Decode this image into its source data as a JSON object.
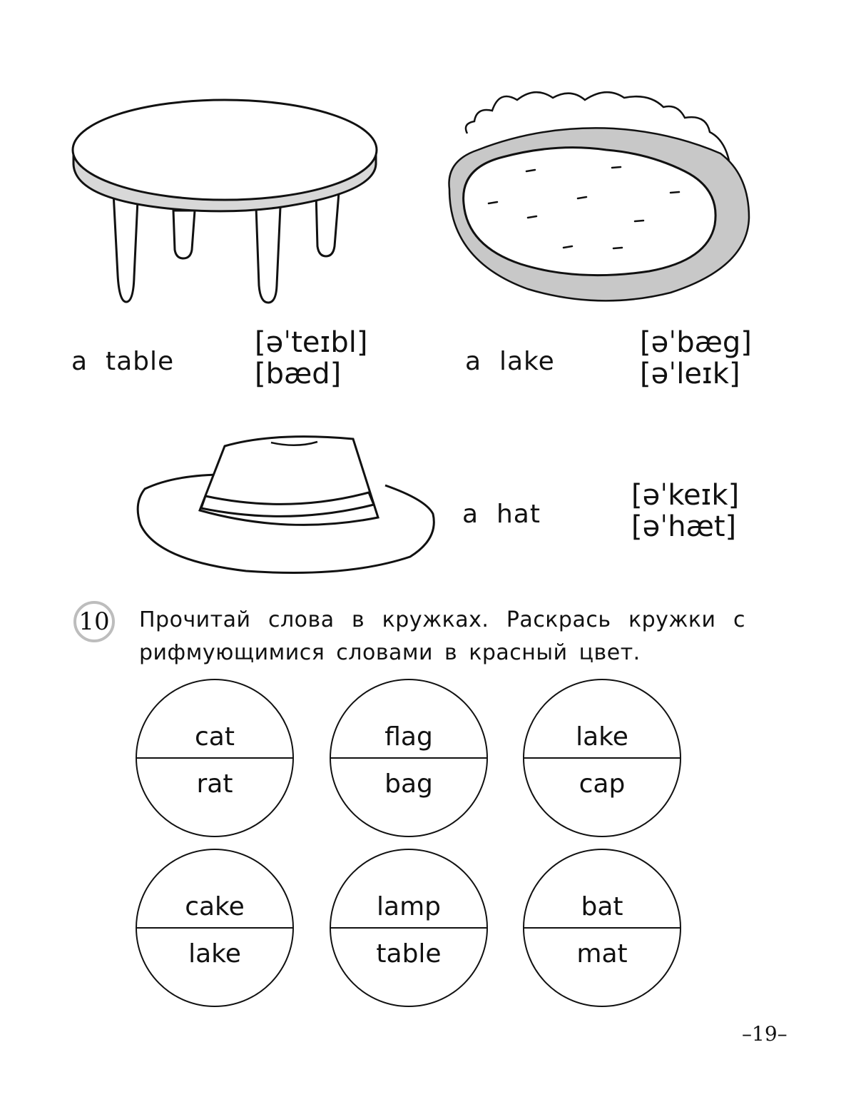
{
  "pictures": {
    "table_icon": "round-table-drawing",
    "lake_icon": "lake-drawing",
    "hat_icon": "hat-drawing"
  },
  "words": {
    "table": {
      "label": "a  table",
      "ipa": [
        "[əˈteɪbl]",
        "[bæd]"
      ]
    },
    "lake": {
      "label": "a  lake",
      "ipa": [
        "[əˈbæg]",
        "[əˈleɪk]"
      ]
    },
    "hat": {
      "label": "a  hat",
      "ipa": [
        "[əˈkeɪk]",
        "[əˈhæt]"
      ]
    }
  },
  "task": {
    "number": "10",
    "text": "Прочитай слова в кружках. Раскрась кружки с рифмующимися словами в красный цвет."
  },
  "circles": [
    {
      "top": "cat",
      "bottom": "rat"
    },
    {
      "top": "flag",
      "bottom": "bag"
    },
    {
      "top": "lake",
      "bottom": "cap"
    },
    {
      "top": "cake",
      "bottom": "lake"
    },
    {
      "top": "lamp",
      "bottom": "table"
    },
    {
      "top": "bat",
      "bottom": "mat"
    }
  ],
  "page_number": "19"
}
